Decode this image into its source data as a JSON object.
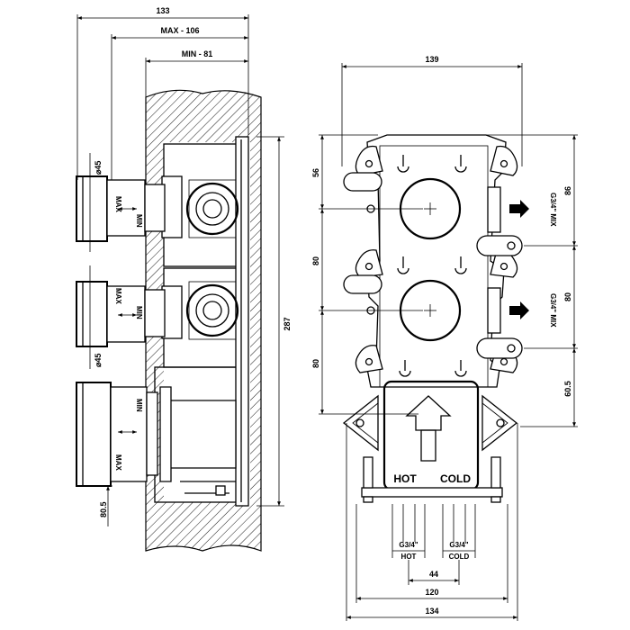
{
  "side_view": {
    "dim_total_depth": "133",
    "dim_max_depth": "MAX - 106",
    "dim_min_depth": "MIN - 81",
    "dim_height": "287",
    "dim_bottom_offset": "80.5",
    "dia_upper": "⌀45",
    "dia_lower": "⌀45",
    "range_max": "MAX",
    "range_min": "MIN"
  },
  "front_view": {
    "dim_width_top": "139",
    "dim_spacing_1": "56",
    "dim_spacing_2": "80",
    "dim_spacing_3": "80",
    "dim_right_1": "86",
    "dim_right_2": "80",
    "dim_right_3": "60.5",
    "outlet_label_1": "G3/4\" MIX",
    "outlet_label_2": "G3/4\" MIX",
    "hot_label": "HOT",
    "cold_label": "COLD",
    "inlet_hot_thread": "G3/4\"",
    "inlet_hot_name": "HOT",
    "inlet_cold_thread": "G3/4\"",
    "inlet_cold_name": "COLD",
    "dim_inlet_spacing": "44",
    "dim_width_mid": "120",
    "dim_width_bottom": "134"
  }
}
